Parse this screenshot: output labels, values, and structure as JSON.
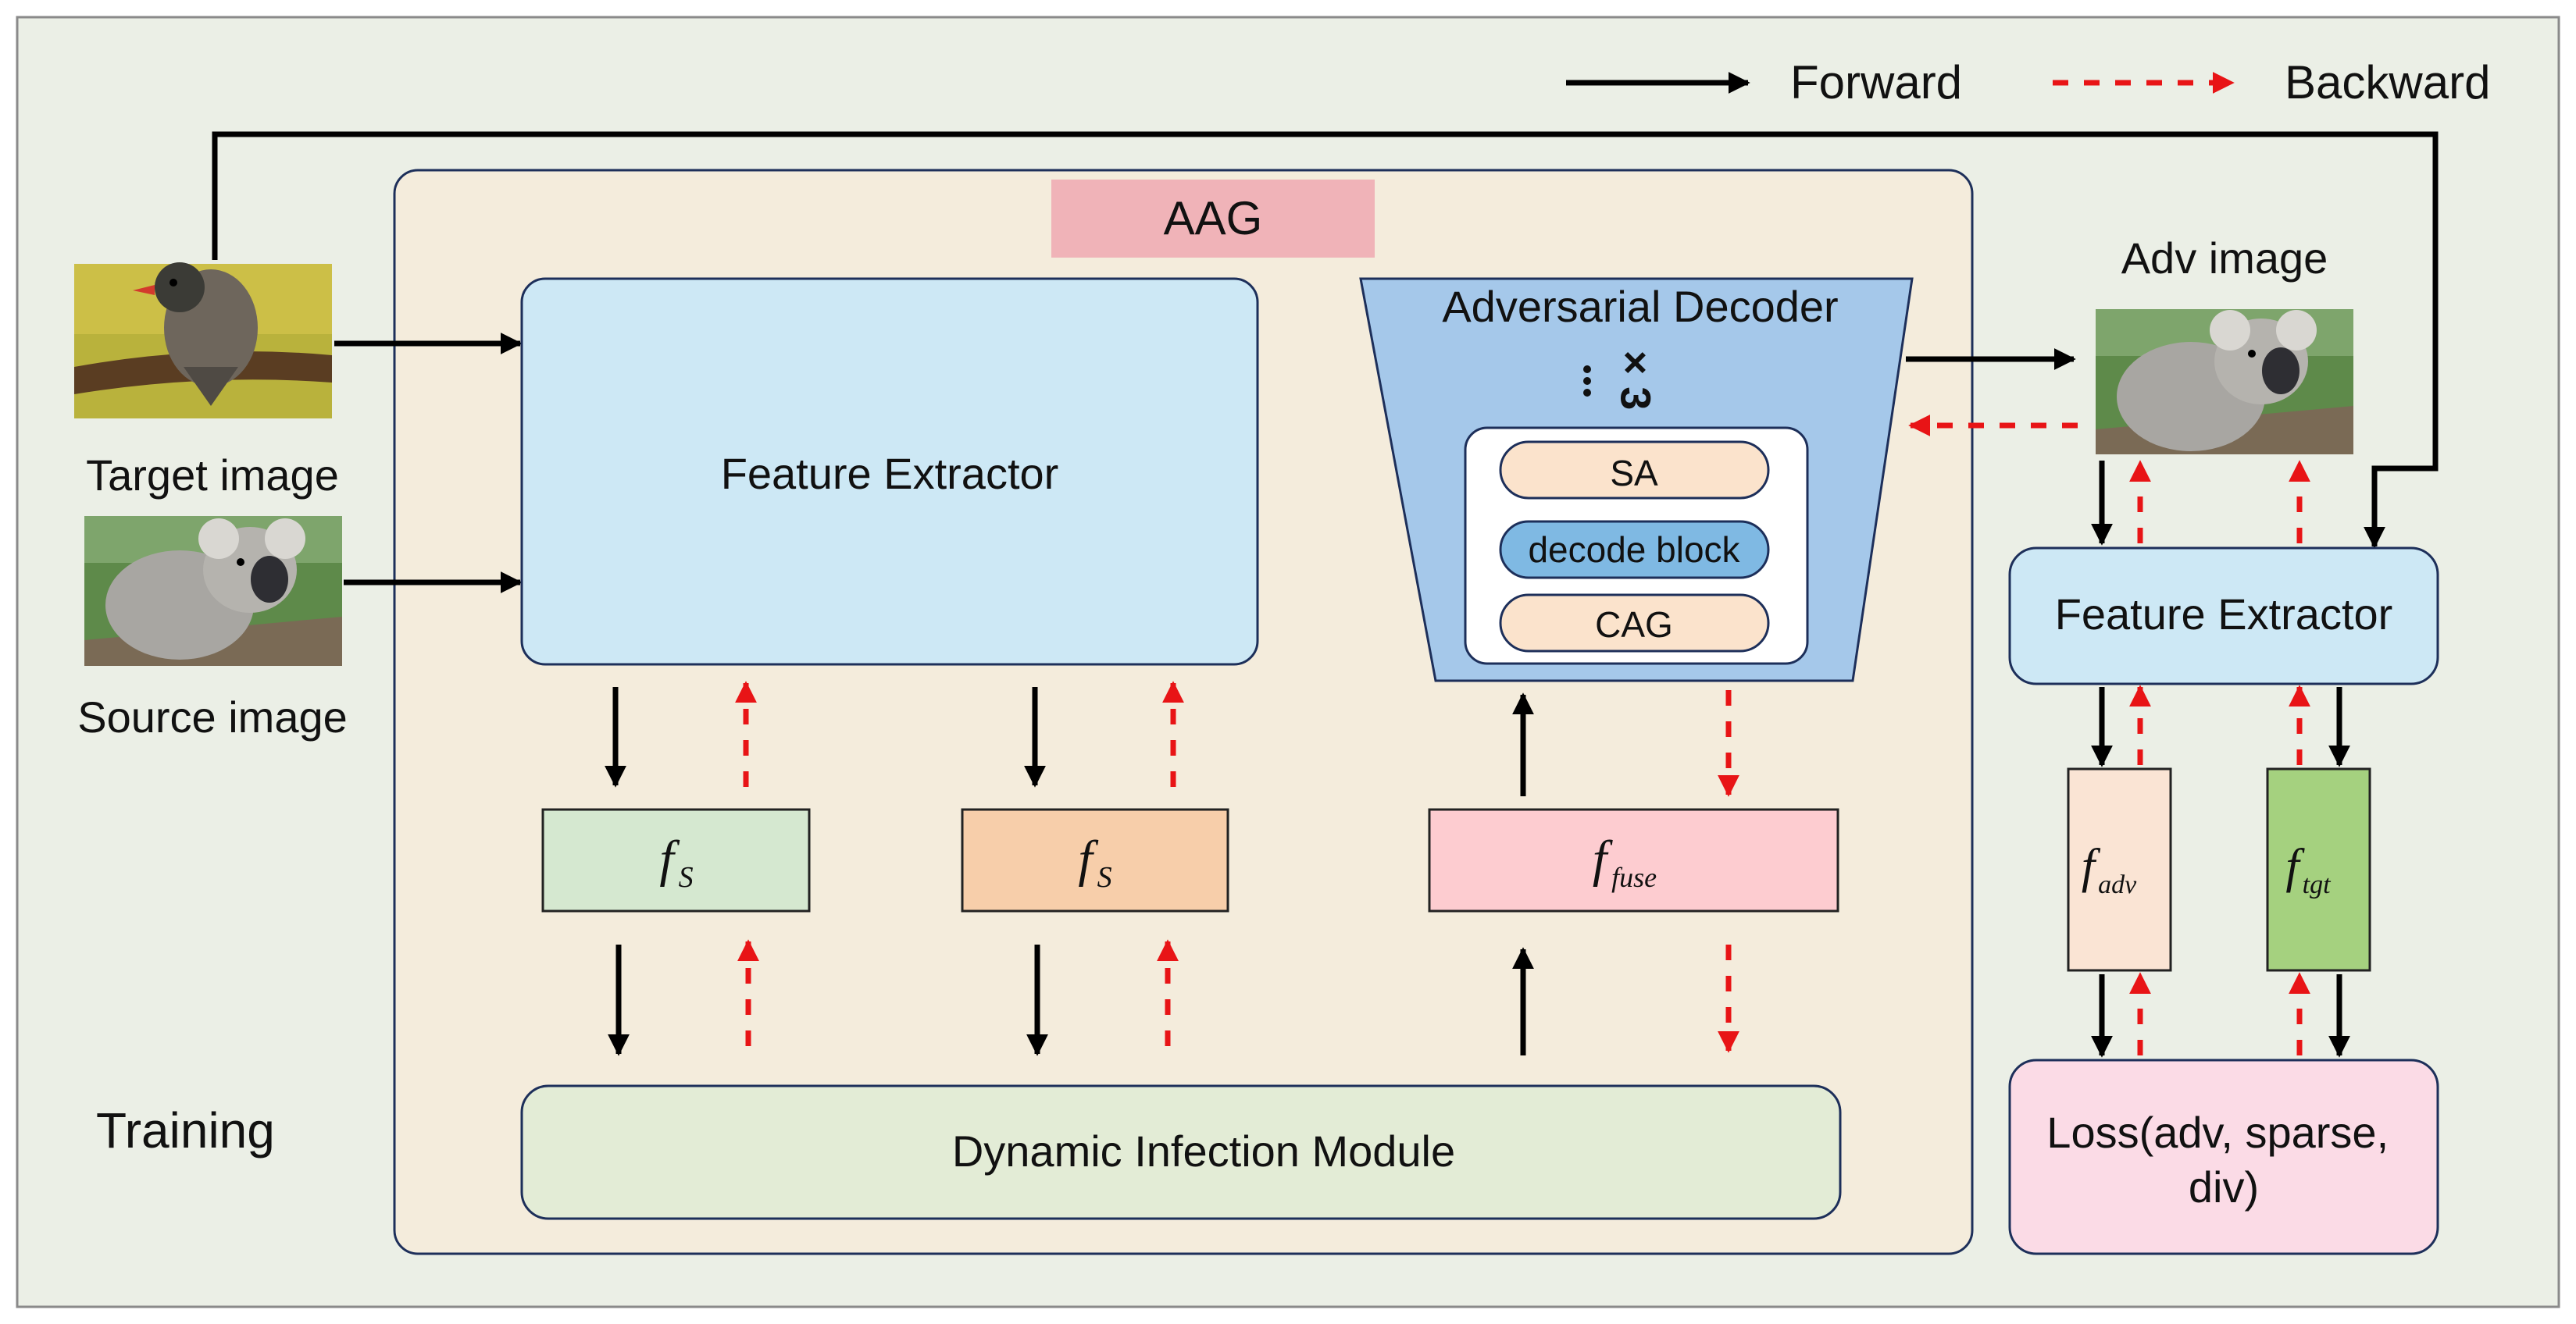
{
  "legend": {
    "forward_label": "Forward",
    "backward_label": "Backward",
    "forward_color": "#000000",
    "backward_color": "#e81416"
  },
  "inputs": {
    "target_label": "Target image",
    "source_label": "Source image",
    "adv_label": "Adv image"
  },
  "aag": {
    "title": "AAG",
    "feature_extractor": "Feature Extractor",
    "decoder": {
      "title": "Adversarial Decoder",
      "repeat": "× 3",
      "blocks": [
        "SA",
        "decode block",
        "CAG"
      ]
    },
    "features": [
      {
        "symbol": "f",
        "subscript": "S",
        "color": "#d5e8d0"
      },
      {
        "symbol": "f",
        "subscript": "S",
        "color": "#f7ceaa"
      },
      {
        "symbol": "f",
        "subscript": "fuse",
        "color": "#fdccd0"
      }
    ],
    "dim_module": "Dynamic Infection Module"
  },
  "right_branch": {
    "feature_extractor": "Feature Extractor",
    "features": [
      {
        "symbol": "f",
        "subscript": "adv",
        "color": "#fae4d4"
      },
      {
        "symbol": "f",
        "subscript": "tgt",
        "color": "#a5d17f"
      }
    ],
    "loss_lines": [
      "Loss(adv, sparse,",
      "div)"
    ]
  },
  "stage_label": "Training",
  "colors": {
    "background": "#ebefe6",
    "aag_panel": "#f4ecdc",
    "aag_title_bg": "#f0b3b8",
    "feature_extractor": "#cde8f5",
    "decoder": "#a5c8ea",
    "decode_block": "#7fb9e3",
    "sa_cag": "#fbe3cc",
    "dim": "#e3ecd6",
    "loss": "#fbdbe6"
  }
}
